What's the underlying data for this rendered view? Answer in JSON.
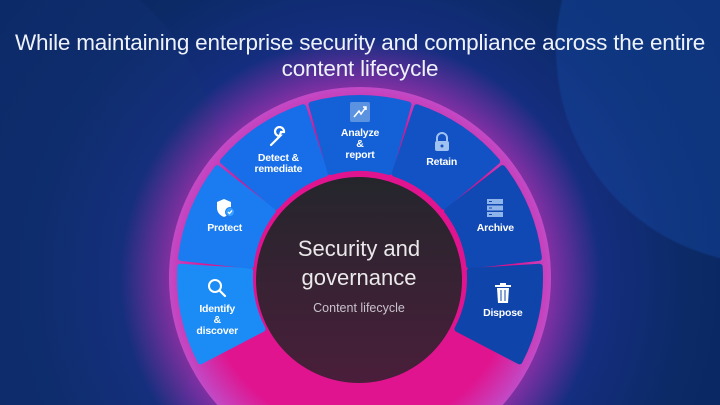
{
  "title": "While maintaining enterprise security and compliance across the entire content lifecycle",
  "center": {
    "title": "Security and governance",
    "subtitle": "Content lifecycle"
  },
  "segments": [
    {
      "label": "Identify &\ndiscover",
      "icon": "search-icon",
      "color": "#1b8bf5"
    },
    {
      "label": "Protect",
      "icon": "shield-check-icon",
      "color": "#1a7cf0"
    },
    {
      "label": "Detect &\nremediate",
      "icon": "wrench-icon",
      "color": "#176ee8"
    },
    {
      "label": "Analyze &\nreport",
      "icon": "chart-trend-icon",
      "color": "#1460d6"
    },
    {
      "label": "Retain",
      "icon": "lock-icon",
      "color": "#1252c4"
    },
    {
      "label": "Archive",
      "icon": "archive-icon",
      "color": "#1048b4"
    },
    {
      "label": "Dispose",
      "icon": "trash-icon",
      "color": "#0f44aa"
    }
  ],
  "colors": {
    "ring": "#e0148f",
    "center": "#2a1f30"
  }
}
